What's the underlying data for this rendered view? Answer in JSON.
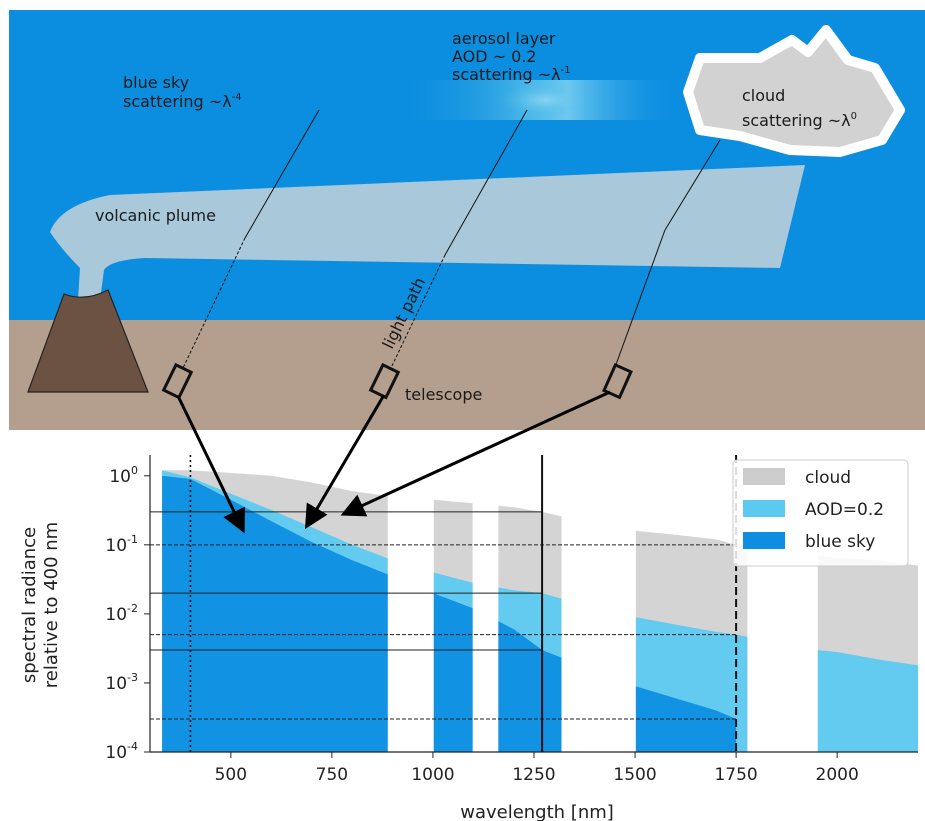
{
  "colors": {
    "sky": "#0c8ee0",
    "ground": "#b49f8e",
    "plume": "#a9c8da",
    "volcano": "#6b5243",
    "cloud": "#d2d2d2",
    "cloud_edge": "#ffffff",
    "aerosol": "#4fbbe8",
    "series_cloud": "#cccccc",
    "series_aod": "#5ccaf0",
    "series_blue": "#0d8ee0"
  },
  "diagram": {
    "blue_sky_label": "blue sky",
    "blue_sky_scatter": "scattering ~λ",
    "blue_sky_exp": "-4",
    "aerosol_label": "aerosol layer",
    "aerosol_aod": "AOD ~ 0.2",
    "aerosol_scatter": "scattering ~λ",
    "aerosol_exp": "-1",
    "cloud_label": "cloud",
    "cloud_scatter": "scattering ~λ",
    "cloud_exp": "0",
    "plume_label": "volcanic plume",
    "light_path_label": "light path",
    "telescope_label": "telescope"
  },
  "chart_data": {
    "type": "area",
    "xlabel": "wavelength [nm]",
    "ylabel_line1": "spectral radiance",
    "ylabel_line2": "relative to 400 nm",
    "yscale": "log",
    "xlim": [
      300,
      2200
    ],
    "ylim": [
      0.0001,
      2
    ],
    "xticks": [
      500,
      750,
      1000,
      1250,
      1500,
      1750,
      2000
    ],
    "xtick_labels": [
      "500",
      "750",
      "1000",
      "1250",
      "1500",
      "1750",
      "2000"
    ],
    "yticks": [
      1,
      0.1,
      0.01,
      0.001,
      0.0001
    ],
    "ytick_base": "10",
    "ytick_exps": [
      "0",
      "-1",
      "-2",
      "-3",
      "-4"
    ],
    "legend_position": "top-right",
    "series": [
      {
        "name": "cloud",
        "x": [
          330,
          400,
          500,
          600,
          700,
          800,
          900,
          1000,
          1100,
          1200,
          1270,
          1400,
          1500,
          1600,
          1700,
          1750,
          1950,
          2000,
          2100,
          2200
        ],
        "values": [
          1.2,
          1.2,
          1.1,
          1.0,
          0.8,
          0.6,
          0.5,
          0.45,
          0.4,
          0.35,
          0.3,
          0.2,
          0.16,
          0.14,
          0.12,
          0.1,
          0.07,
          0.065,
          0.06,
          0.05
        ]
      },
      {
        "name": "AOD=0.2",
        "x": [
          330,
          400,
          500,
          600,
          700,
          800,
          900,
          1000,
          1100,
          1200,
          1270,
          1400,
          1500,
          1600,
          1700,
          1750,
          1950,
          2000,
          2100,
          2200
        ],
        "values": [
          1.2,
          0.95,
          0.55,
          0.32,
          0.18,
          0.1,
          0.06,
          0.04,
          0.028,
          0.022,
          0.02,
          0.012,
          0.009,
          0.007,
          0.0055,
          0.005,
          0.003,
          0.0028,
          0.0022,
          0.0018
        ]
      },
      {
        "name": "blue sky",
        "x": [
          330,
          400,
          500,
          600,
          700,
          800,
          900,
          1000,
          1100,
          1200,
          1270,
          1400,
          1500,
          1600,
          1700,
          1750
        ],
        "values": [
          1.0,
          0.9,
          0.45,
          0.22,
          0.11,
          0.06,
          0.035,
          0.02,
          0.012,
          0.006,
          0.003,
          0.0015,
          0.0009,
          0.0006,
          0.0004,
          0.0003
        ]
      }
    ],
    "absorption_bands": [
      [
        890,
        1000
      ],
      [
        1100,
        1160
      ],
      [
        1320,
        1500
      ],
      [
        1780,
        1950
      ]
    ],
    "vertical_lines": [
      {
        "x": 400,
        "style": "dotted"
      },
      {
        "x": 1270,
        "style": "solid"
      },
      {
        "x": 1750,
        "style": "dashed"
      }
    ],
    "reference_levels": [
      {
        "y": 0.3,
        "x_end": 1270,
        "style": "solid"
      },
      {
        "y": 0.1,
        "x_end": 1750,
        "style": "dashed"
      },
      {
        "y": 0.02,
        "x_end": 1270,
        "style": "solid"
      },
      {
        "y": 0.005,
        "x_end": 1750,
        "style": "dashed"
      },
      {
        "y": 0.003,
        "x_end": 1270,
        "style": "solid"
      },
      {
        "y": 0.0003,
        "x_end": 1750,
        "style": "dashed"
      }
    ]
  }
}
